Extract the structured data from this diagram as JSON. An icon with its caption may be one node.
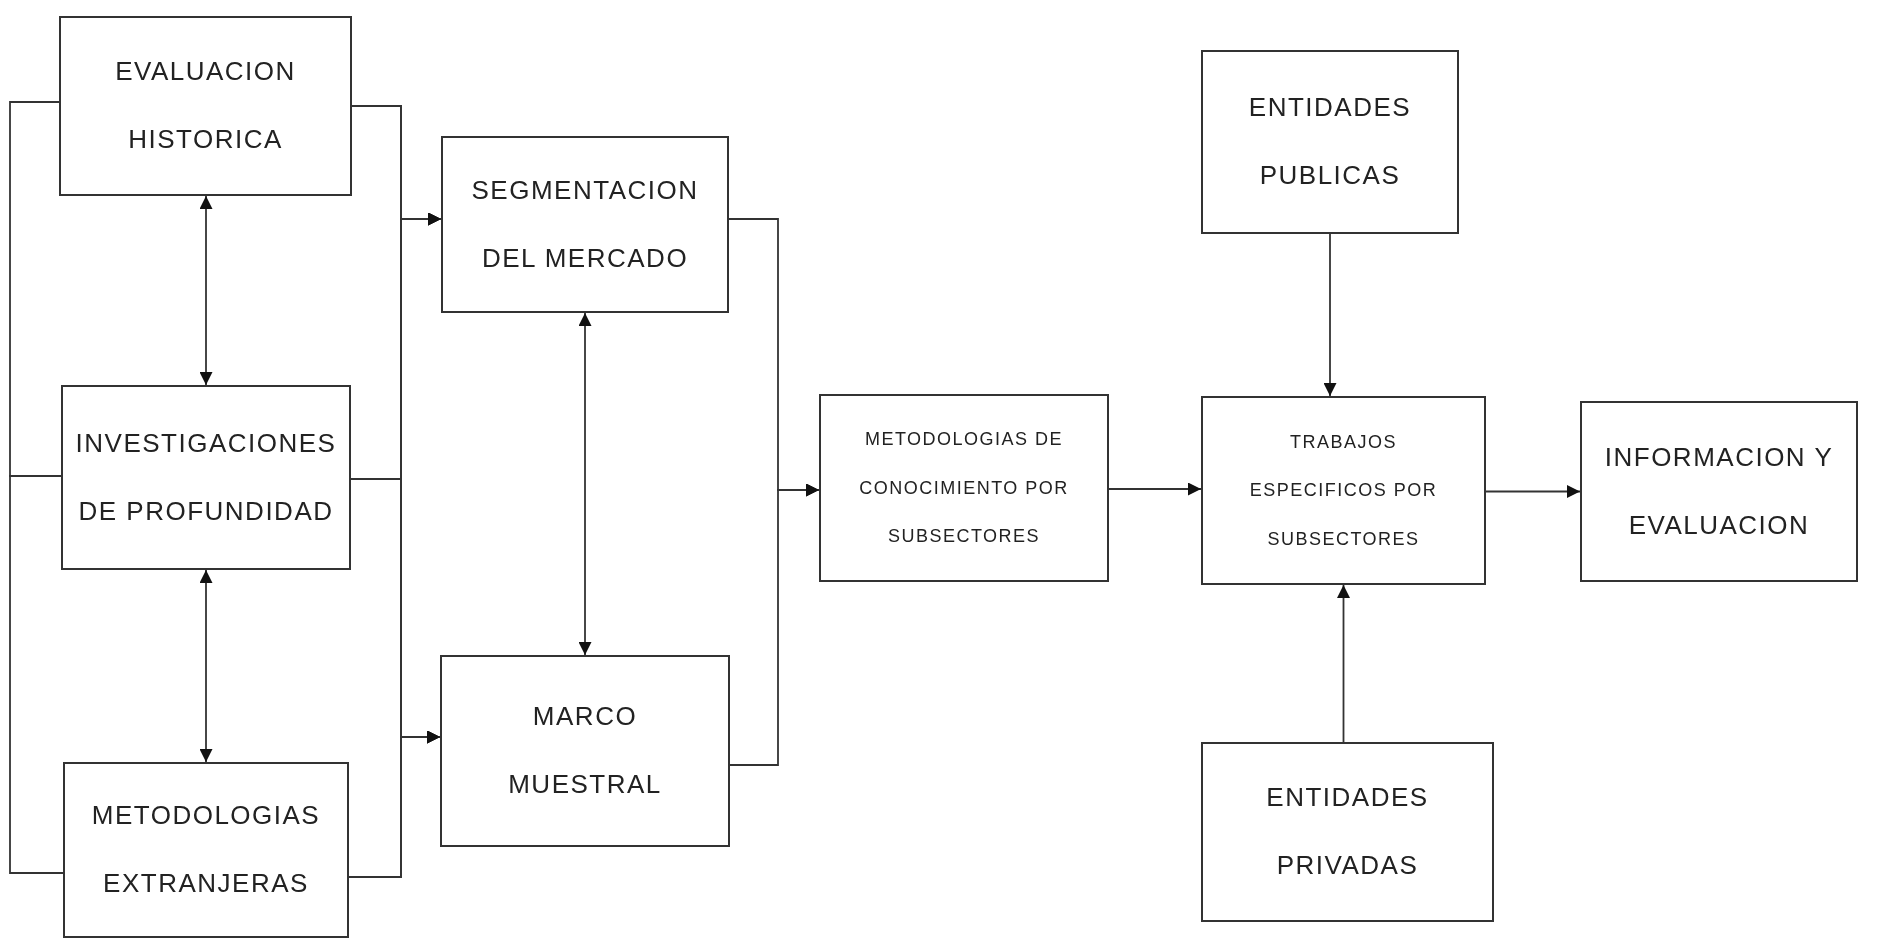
{
  "diagram": {
    "nodes": [
      {
        "text": [
          "EVALUACION HISTORICA"
        ]
      },
      {
        "text": [
          "INVESTIGACIONES DE PROFUNDIDAD"
        ]
      },
      {
        "text": [
          "METODOLOGIAS EXTRANJERAS"
        ]
      },
      {
        "text": [
          "SEGMENTACION DEL MERCADO"
        ]
      },
      {
        "text": [
          "MARCO MUESTRAL"
        ]
      },
      {
        "text": [
          "METODOLOGIAS DE CONOCIMIENTO POR SUBSECTORES"
        ]
      },
      {
        "text": [
          "ENTIDADES PUBLICAS"
        ]
      },
      {
        "text": [
          "TRABAJOS ESPECIFICOS POR SUBSECTORES"
        ]
      },
      {
        "text": [
          "INFORMACION Y EVALUACION"
        ]
      },
      {
        "text": [
          "ENTIDADES PRIVADAS"
        ]
      }
    ],
    "edges": [
      {
        "from": 0,
        "to": 1,
        "arrow": "both"
      },
      {
        "from": 1,
        "to": 2,
        "arrow": "both"
      },
      {
        "from": 3,
        "to": 4,
        "arrow": "both"
      },
      {
        "from": 0,
        "to": 1,
        "arrow": "none"
      },
      {
        "from": 1,
        "to": 2,
        "arrow": "none"
      },
      {
        "from": 0,
        "to": 3,
        "arrow": "to"
      },
      {
        "from": 0,
        "to": 4,
        "arrow": "to"
      },
      {
        "from": 1,
        "to": 3,
        "arrow": "to"
      },
      {
        "from": 1,
        "to": 4,
        "arrow": "to"
      },
      {
        "from": 2,
        "to": 3,
        "arrow": "to"
      },
      {
        "from": 2,
        "to": 4,
        "arrow": "to"
      },
      {
        "from": 3,
        "to": 5,
        "arrow": "to"
      },
      {
        "from": 4,
        "to": 5,
        "arrow": "to"
      },
      {
        "from": 5,
        "to": 7,
        "arrow": "to"
      },
      {
        "from": 6,
        "to": 7,
        "arrow": "to"
      },
      {
        "from": 9,
        "to": 7,
        "arrow": "to"
      },
      {
        "from": 7,
        "to": 8,
        "arrow": "to"
      }
    ]
  }
}
